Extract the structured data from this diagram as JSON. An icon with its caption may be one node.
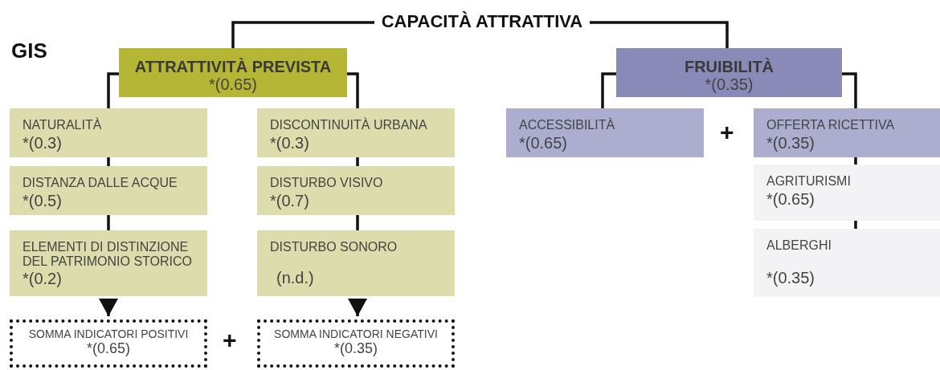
{
  "diagram": {
    "nodes": [
      {
        "text": [
          "CAPACITÀ ATTRATTIVA"
        ]
      },
      {
        "text": [
          "ATTRATTIVITÀ PREVISTA",
          "*(0.65)"
        ]
      },
      {
        "text": [
          "NATURALITÀ",
          "*(0.3)"
        ]
      },
      {
        "text": [
          "DISTANZA DALLE ACQUE",
          "*(0.5)"
        ]
      },
      {
        "text": [
          "ELEMENTI DI DISTINZIONE DEL PATRIMONIO STORICO",
          "*(0.2)"
        ]
      },
      {
        "text": [
          "SOMMA INDICATORI POSITIVI",
          "*(0.65)"
        ]
      },
      {
        "text": [
          "DISCONTINUITÀ URBANA",
          "*(0.3)"
        ]
      },
      {
        "text": [
          "DISTURBO VISIVO",
          "*(0.7)"
        ]
      },
      {
        "text": [
          "DISTURBO SONORO",
          "(n.d.)"
        ]
      },
      {
        "text": [
          "SOMMA INDICATORI NEGATIVI",
          "*(0.35)"
        ]
      },
      {
        "text": [
          "FRUIBILITÀ",
          "*(0.35)"
        ]
      },
      {
        "text": [
          "ACCESSIBILITÀ",
          "*(0.65)"
        ]
      },
      {
        "text": [
          "OFFERTA RICETTIVA",
          "*(0.35)"
        ]
      },
      {
        "text": [
          "AGRITURISMI",
          "*(0.65)"
        ]
      },
      {
        "text": [
          "ALBERGHI",
          "*(0.35)"
        ]
      }
    ],
    "edges": [
      {
        "from": 0,
        "to": 1,
        "arrow": "none"
      },
      {
        "from": 0,
        "to": 10,
        "arrow": "none"
      },
      {
        "from": 1,
        "to": 2,
        "arrow": "none"
      },
      {
        "from": 1,
        "to": 6,
        "arrow": "none"
      },
      {
        "from": 2,
        "to": 3,
        "arrow": "none"
      },
      {
        "from": 3,
        "to": 4,
        "arrow": "none"
      },
      {
        "from": 4,
        "to": 5,
        "arrow": "to"
      },
      {
        "from": 6,
        "to": 7,
        "arrow": "none"
      },
      {
        "from": 7,
        "to": 8,
        "arrow": "none"
      },
      {
        "from": 8,
        "to": 9,
        "arrow": "to"
      },
      {
        "from": 10,
        "to": 11,
        "arrow": "none"
      },
      {
        "from": 10,
        "to": 12,
        "arrow": "none"
      },
      {
        "from": 12,
        "to": 13,
        "arrow": "none"
      },
      {
        "from": 13,
        "to": 14,
        "arrow": "none"
      }
    ],
    "labels": [
      "GIS",
      "+",
      "+"
    ]
  }
}
